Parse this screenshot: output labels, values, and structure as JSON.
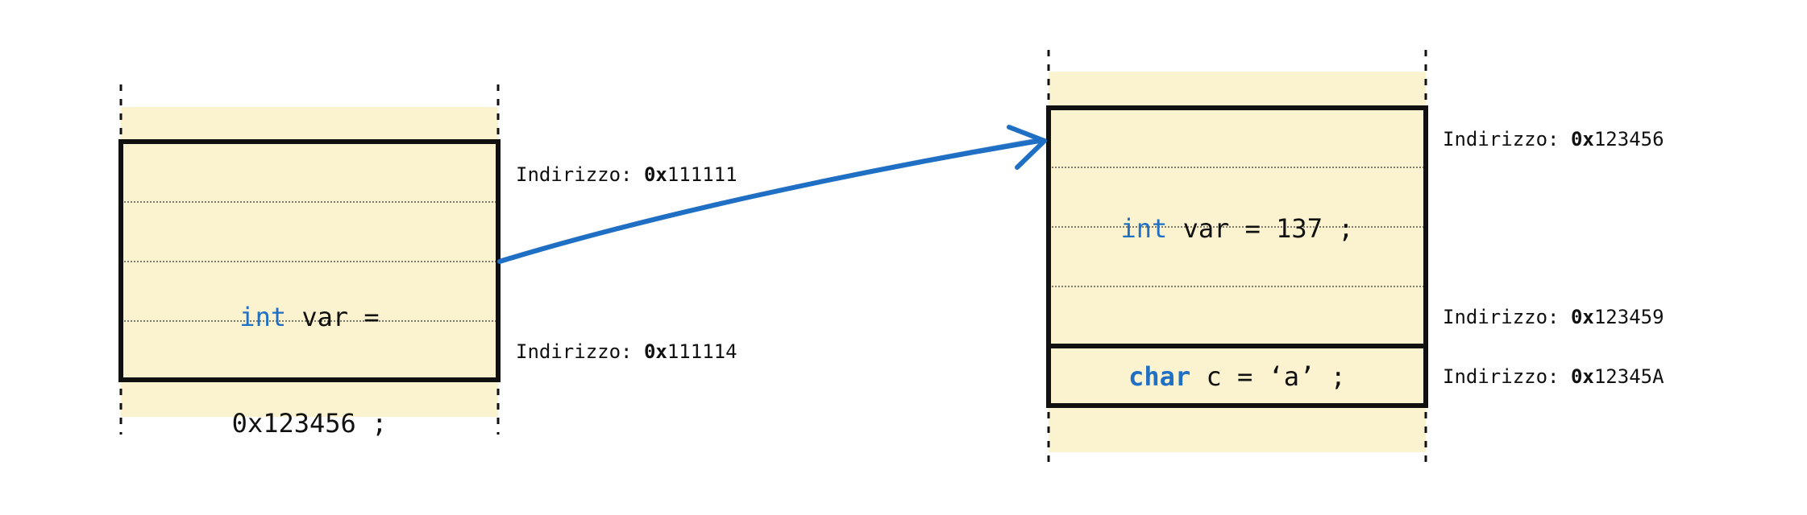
{
  "left_block": {
    "code_keyword": "int",
    "code_line1_rest": " var =",
    "code_line2": "0x123456 ;",
    "addr_top_label": "Indirizzo: ",
    "addr_top_prefix": "0x",
    "addr_top_value": "111111",
    "addr_bottom_label": "Indirizzo: ",
    "addr_bottom_prefix": "0x",
    "addr_bottom_value": "111114"
  },
  "right_block": {
    "int_keyword": "int",
    "int_rest": " var = 137 ;",
    "char_keyword": "char",
    "char_rest": " c = ‘a’ ;",
    "addr1_label": "Indirizzo: ",
    "addr1_prefix": "0x",
    "addr1_value": "123456",
    "addr2_label": "Indirizzo: ",
    "addr2_prefix": "0x",
    "addr2_value": "123459",
    "addr3_label": "Indirizzo: ",
    "addr3_prefix": "0x",
    "addr3_value": "12345A"
  },
  "colors": {
    "memory_fill": "#fbf3cf",
    "keyword": "#1f6fc4",
    "arrow": "#1f6fc4",
    "border": "#111111"
  }
}
